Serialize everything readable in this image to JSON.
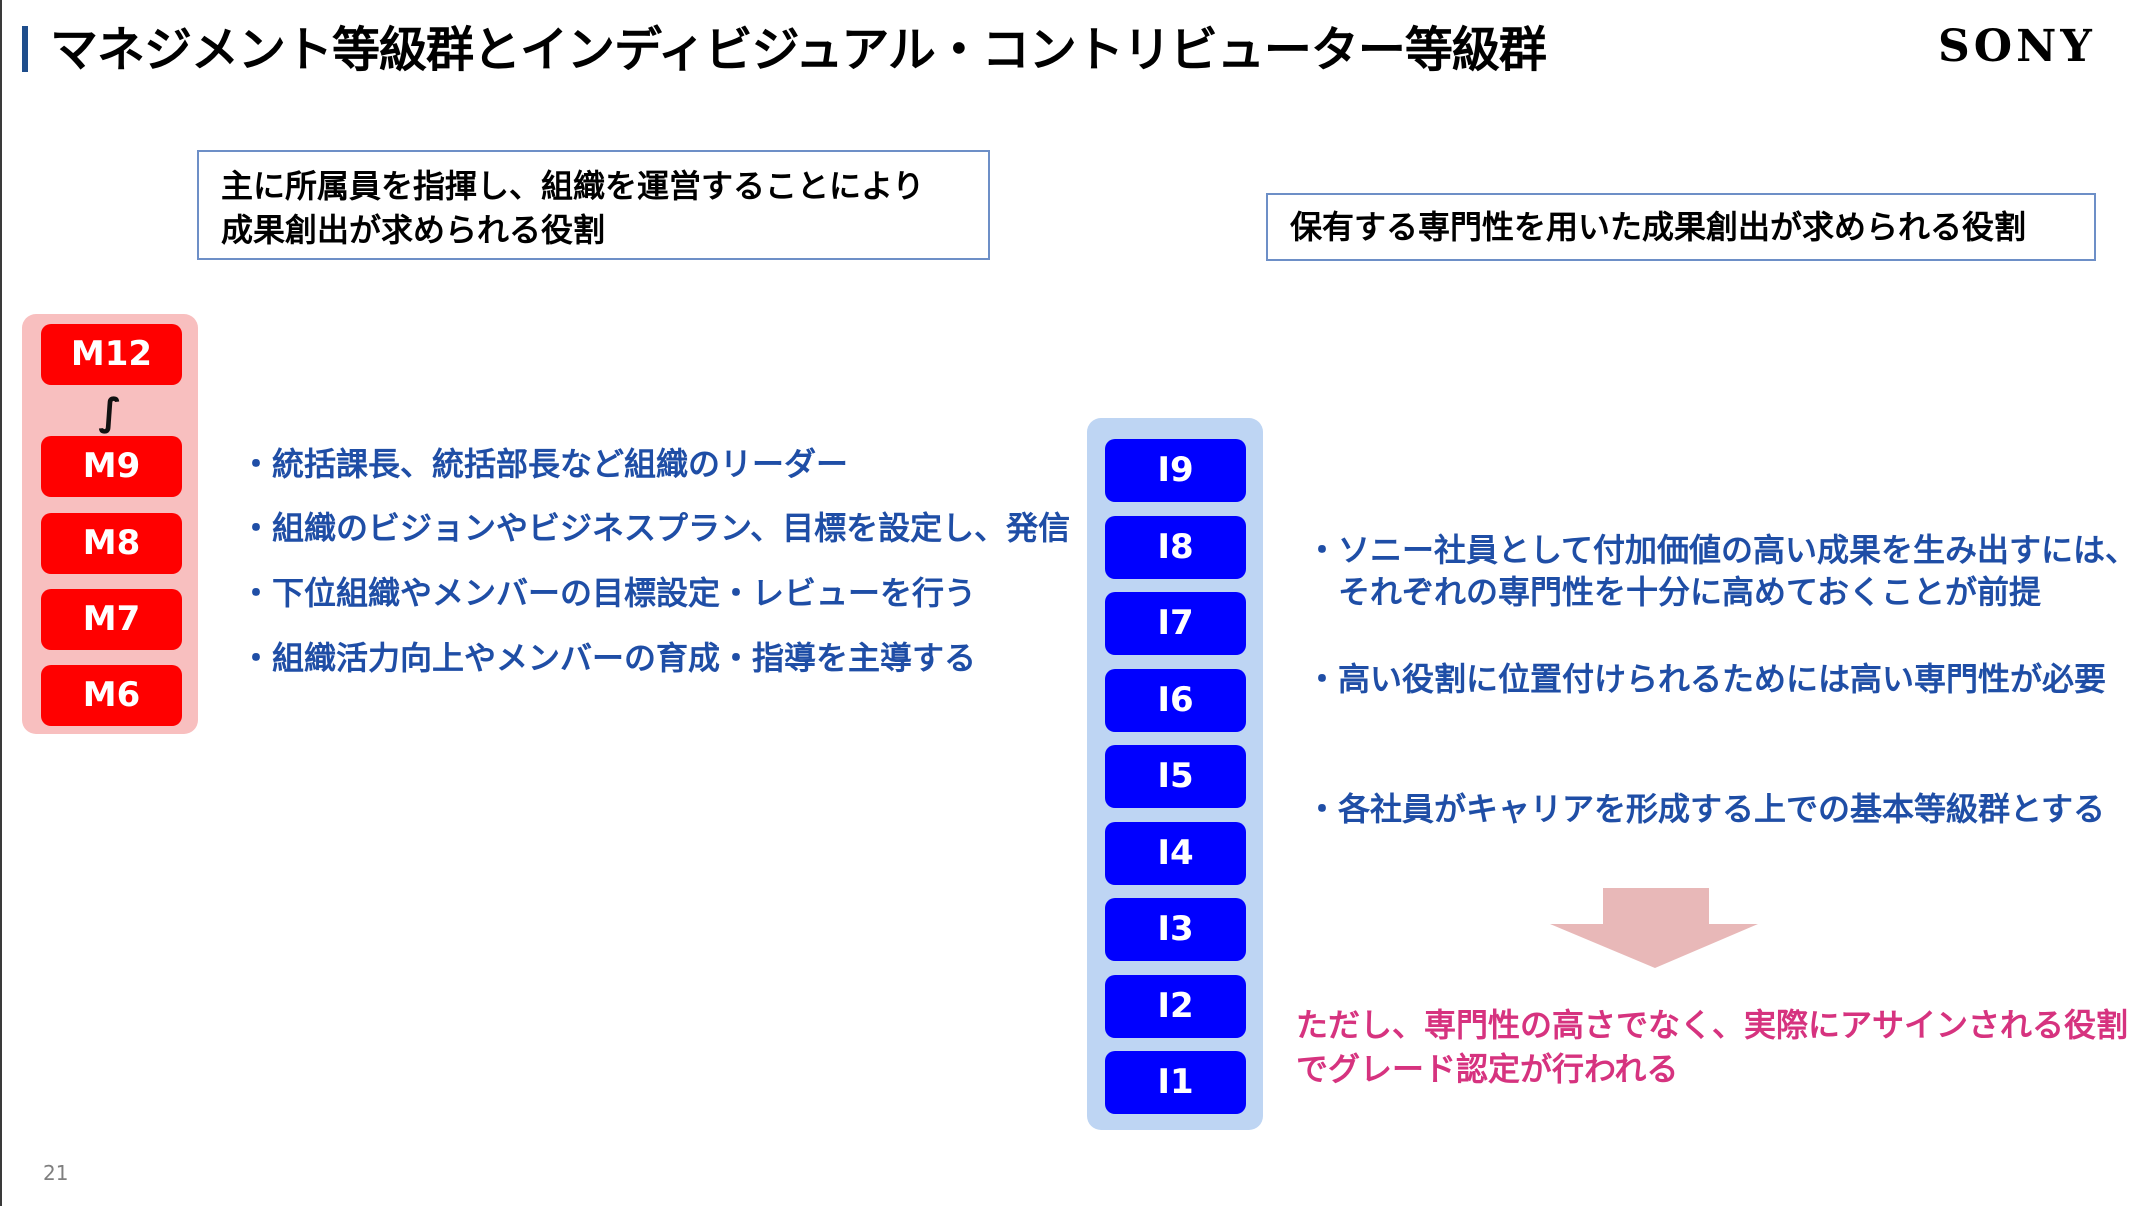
{
  "header": {
    "title": "マネジメント等級群とインディビジュアル・コントリビューター等級群",
    "logo": "SONY"
  },
  "management": {
    "role_lines": [
      "主に所属員を指揮し、組織を運営することにより",
      "成果創出が求められる役割"
    ],
    "grades": [
      "M12",
      "M9",
      "M8",
      "M7",
      "M6"
    ],
    "range_symbol": "∫",
    "bullets": [
      "・統括課長、統括部長など組織のリーダー",
      "・組織のビジョンやビジネスプラン、目標を設定し、発信",
      "・下位組織やメンバーの目標設定・レビューを行う",
      "・組織活力向上やメンバーの育成・指導を主導する"
    ],
    "colors": {
      "group_bg": "#f8bfbf",
      "grade_bg": "#ff0000"
    }
  },
  "individual_contributor": {
    "role_text": "保有する専門性を用いた成果創出が求められる役割",
    "grades": [
      "I9",
      "I8",
      "I7",
      "I6",
      "I5",
      "I4",
      "I3",
      "I2",
      "I1"
    ],
    "bullets": [
      "・ソニー社員として付加価値の高い成果を生み出すには、",
      "　それぞれの専門性を十分に高めておくことが前提",
      "・高い役割に位置付けられるためには高い専門性が必要",
      "・各社員がキャリアを形成する上での基本等級群とする"
    ],
    "note_lines": [
      "ただし、専門性の高さでなく、実際にアサインされる役割",
      "でグレード認定が行われる"
    ],
    "colors": {
      "group_bg": "#bed5f3",
      "grade_bg": "#0000ff",
      "note": "#d6337f",
      "arrow": "#e8b8b8"
    }
  },
  "footer": {
    "page_number": "21"
  }
}
